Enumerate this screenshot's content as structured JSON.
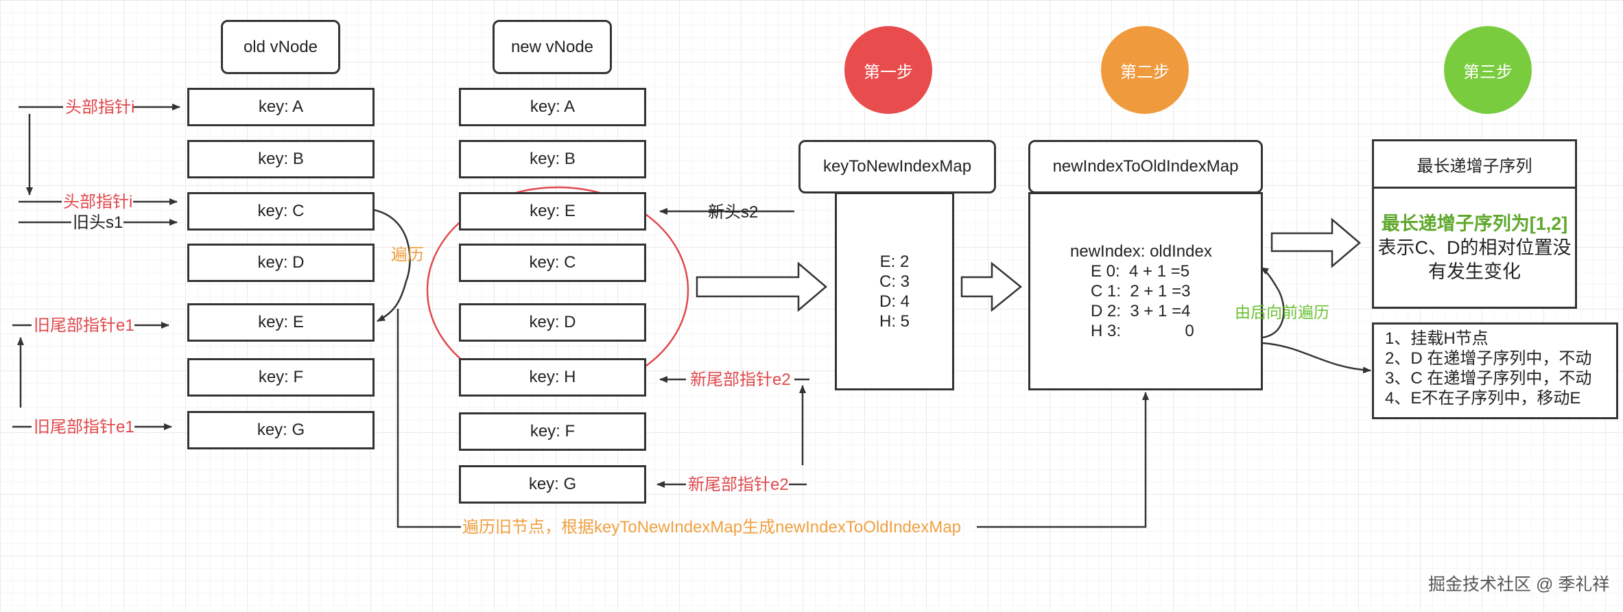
{
  "headers": {
    "old_vnode": "old vNode",
    "new_vnode": "new vNode"
  },
  "old_list": [
    "key: A",
    "key: B",
    "key: C",
    "key: D",
    "key: E",
    "key: F",
    "key: G"
  ],
  "new_list": [
    "key: A",
    "key: B",
    "key: E",
    "key: C",
    "key: D",
    "key: H",
    "key: F",
    "key: G"
  ],
  "pointers": {
    "head_i_1": "头部指针i",
    "head_i_2": "头部指针i",
    "old_head_s1": "旧头s1",
    "old_tail_e1_1": "旧尾部指针e1",
    "old_tail_e1_2": "旧尾部指针e1",
    "new_head_s2": "新头s2",
    "new_tail_e2_1": "新尾部指针e2",
    "new_tail_e2_2": "新尾部指针e2",
    "traverse": "遍历"
  },
  "steps": {
    "step1": "第一步",
    "step2": "第二步",
    "step3": "第三步"
  },
  "colors": {
    "step1": "#e84c4c",
    "step2": "#f09a3e",
    "step3": "#7acc3f",
    "red_text": "#e0474b",
    "orange_text": "#f0a040",
    "green_text": "#6cc234"
  },
  "key_map": {
    "title": "keyToNewIndexMap",
    "entries": [
      "E: 2",
      "C: 3",
      "D: 4",
      "H: 5"
    ]
  },
  "index_map": {
    "title": "newIndexToOldIndexMap",
    "header": "newIndex: oldIndex",
    "entries": [
      "E 0:  4 + 1 =5",
      "C 1:  2 + 1 =3",
      "D 2:  3 + 1 =4",
      "H 3:              0"
    ]
  },
  "lis": {
    "title": "最长递增子序列",
    "highlight": "最长递增子序列为[1,2]",
    "desc_1": "表示C、D的相对位置没",
    "desc_2": "有发生变化"
  },
  "reverse_label": "由后向前遍历",
  "actions": [
    "1、挂载H节点",
    "2、D 在递增子序列中，不动",
    "3、C 在递增子序列中，不动",
    "4、E不在子序列中，移动E"
  ],
  "bottom_label": "遍历旧节点，根据keyToNewIndexMap生成newIndexToOldIndexMap",
  "watermark": "掘金技术社区 @ 季礼祥"
}
